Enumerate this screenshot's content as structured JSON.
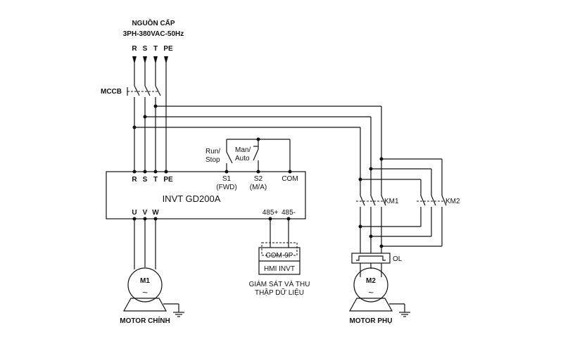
{
  "supply": {
    "title": "NGUỒN CẤP",
    "spec": "3PH-380VAC-50Hz",
    "phases": [
      "R",
      "S",
      "T",
      "PE"
    ]
  },
  "breaker": {
    "label": "MCCB"
  },
  "vfd": {
    "model": "INVT GD200A",
    "input_terminals": [
      "R",
      "S",
      "T",
      "PE"
    ],
    "output_terminals": [
      "U",
      "V",
      "W"
    ],
    "s1_label": "S1",
    "s1_sub": "(FWD)",
    "s2_label": "S2",
    "s2_sub": "(M/A)",
    "com_label": "COM",
    "rs485_plus": "485+",
    "rs485_minus": "485-"
  },
  "switches": {
    "run_stop": [
      "Run/",
      "Stop"
    ],
    "man_auto": [
      "Man/",
      "Auto"
    ]
  },
  "hmi": {
    "port": "COM-9P",
    "name": "HMI INVT",
    "caption": [
      "GIÁM SÁT VÀ THU",
      "THẬP DỮ LIỆU"
    ]
  },
  "contactors": {
    "km1": "KM1",
    "km2": "KM2",
    "overload": "OL"
  },
  "motors": {
    "m1": {
      "id": "M1",
      "label": "MOTOR CHÍNH",
      "symbol": "~"
    },
    "m2": {
      "id": "M2",
      "label": "MOTOR PHỤ",
      "symbol": "~"
    }
  }
}
